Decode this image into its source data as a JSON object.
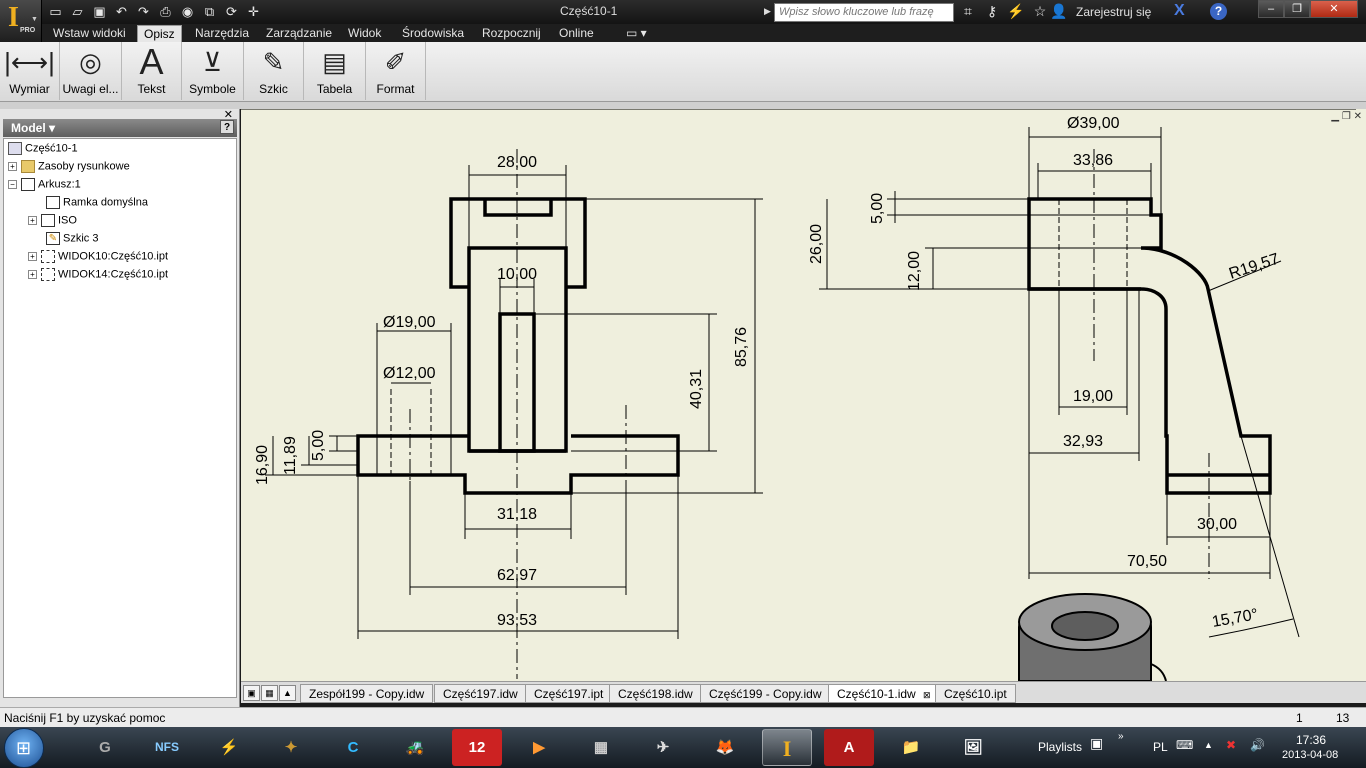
{
  "titlebar": {
    "doc_title": "Część10-1",
    "search_placeholder": "Wpisz słowo kluczowe lub frazę",
    "signin": "Zarejestruj się",
    "pro": "PRO"
  },
  "menu": {
    "tabs": [
      "Wstaw widoki",
      "Opisz",
      "Narzędzia",
      "Zarządzanie",
      "Widok",
      "Środowiska",
      "Rozpocznij",
      "Online"
    ],
    "active": "Opisz"
  },
  "ribbon": {
    "buttons": [
      "Wymiar",
      "Uwagi el...",
      "Tekst",
      "Symbole",
      "Szkic",
      "Tabela",
      "Format"
    ]
  },
  "browser": {
    "header": "Model",
    "help": "?",
    "items": [
      "Część10-1",
      "Zasoby rysunkowe",
      "Arkusz:1",
      "Ramka domyślna",
      "ISO",
      "Szkic 3",
      "WIDOK10:Część10.ipt",
      "WIDOK14:Część10.ipt"
    ]
  },
  "drawing": {
    "front_view": {
      "d_28": "28,00",
      "d_10": "10,00",
      "d_19": "Ø19,00",
      "d_12": "Ø12,00",
      "d_4031": "40,31",
      "d_8576": "85,76",
      "d_5": "5,00",
      "d_1189": "11,89",
      "d_169": "16,90",
      "d_3118": "31,18",
      "d_6297": "62,97",
      "d_9353": "93,53"
    },
    "side_view": {
      "d_39": "Ø39,00",
      "d_3386": "33,86",
      "d_5": "5,00",
      "d_26": "26,00",
      "d_12": "12,00",
      "d_r": "R19,57",
      "d_19": "19,00",
      "d_3293": "32,93",
      "d_30": "30,00",
      "d_705": "70,50",
      "d_angle": "15,70°"
    }
  },
  "doc_tabs": [
    "Zespół199 - Copy.idw",
    "Część197.idw",
    "Część197.ipt",
    "Część198.idw",
    "Część199 - Copy.idw",
    "Część10-1.idw",
    "Część10.ipt"
  ],
  "active_doc_tab": "Część10-1.idw",
  "status": {
    "help_text": "Naciśnij F1 by uzyskać pomoc",
    "sheet": "1",
    "count": "13"
  },
  "taskbar": {
    "apps": [
      "G",
      "NFS",
      "⚡",
      "✦",
      "C",
      "🚜",
      "12",
      "▶",
      "▦",
      "✈",
      "🦊",
      "I",
      "A",
      "📁",
      "🖼"
    ],
    "playlists": "Playlists",
    "lang": "PL",
    "time": "17:36",
    "date": "2013-04-08"
  }
}
